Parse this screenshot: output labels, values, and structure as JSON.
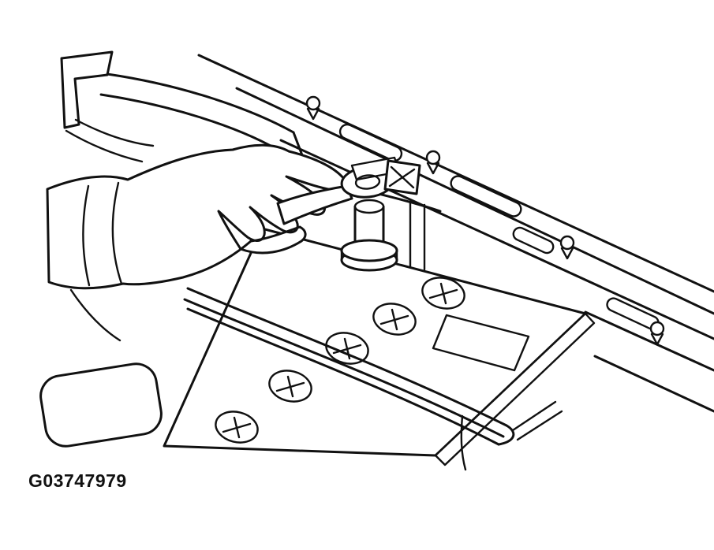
{
  "page": {
    "background_color": "#ffffff",
    "line_color": "#111111"
  },
  "figure": {
    "caption": "G03747979",
    "parts": [
      "vehicle-body-structure",
      "hand-gripping-terminal",
      "battery-terminal-clamp",
      "battery-post",
      "battery-with-vent-caps",
      "battery-hold-down-strap",
      "fender-corner"
    ]
  }
}
